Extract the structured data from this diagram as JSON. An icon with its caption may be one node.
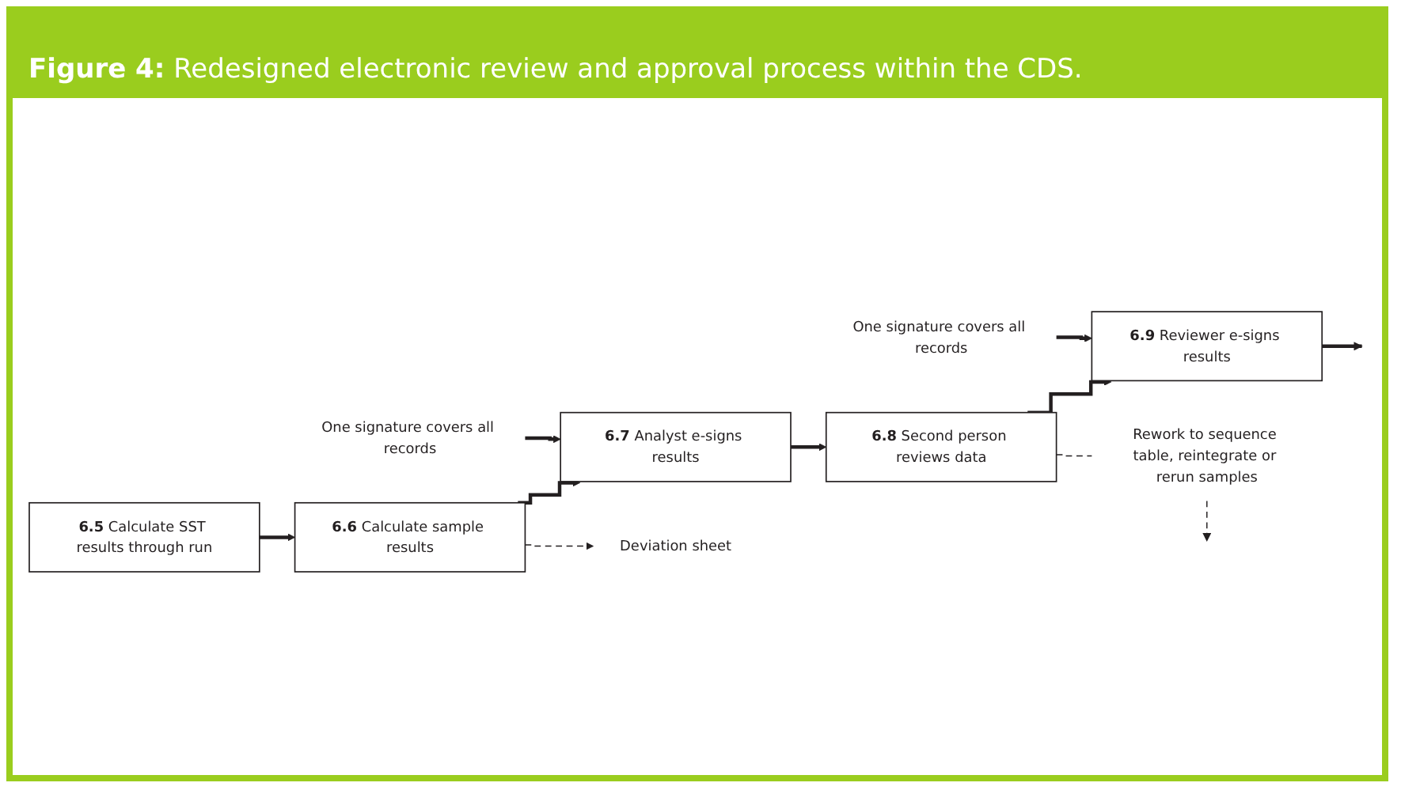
{
  "diagram": {
    "title": "**Figure 4:** Redesigned electronic review and approval process within the CDS.",
    "nodes": [
      {
        "text": [
          "**6.5** Calculate SST results through run"
        ]
      },
      {
        "text": [
          "**6.6** Calculate sample results"
        ]
      },
      {
        "text": [
          "**6.7** Analyst e-signs results"
        ]
      },
      {
        "text": [
          "**6.8** Second person reviews data"
        ]
      },
      {
        "text": [
          "**6.9** Reviewer e-signs results"
        ]
      },
      {
        "text": [
          "Rework to sequence table, reintegrate or rerun samples"
        ]
      },
      {
        "text": [
          "Deviation sheet"
        ]
      },
      {
        "text": [
          "One signature covers all records"
        ]
      },
      {
        "text": [
          "One signature covers all records"
        ]
      }
    ],
    "edges": [
      {
        "from": 0,
        "to": 1,
        "arrow": "to"
      },
      {
        "from": 1,
        "to": 2,
        "arrow": "to"
      },
      {
        "from": 2,
        "to": 3,
        "arrow": "to"
      },
      {
        "from": 3,
        "to": 4,
        "arrow": "to"
      },
      {
        "from": 4,
        "to": null,
        "arrow": "to"
      },
      {
        "from": 7,
        "to": 2,
        "arrow": "to"
      },
      {
        "from": 8,
        "to": 4,
        "arrow": "to"
      },
      {
        "from": 1,
        "to": 6,
        "arrow": "to",
        "style": "dashed"
      },
      {
        "from": 3,
        "to": 5,
        "arrow": "none",
        "style": "dashed"
      },
      {
        "from": 5,
        "to": null,
        "arrow": "to",
        "style": "dashed"
      }
    ]
  }
}
